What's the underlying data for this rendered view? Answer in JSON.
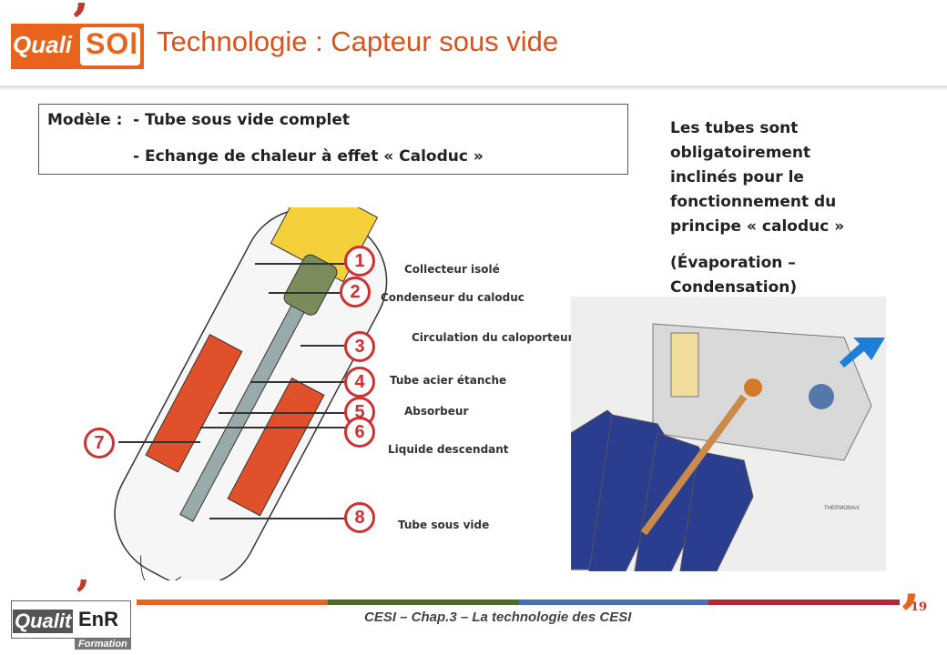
{
  "header": {
    "logo_quali": "Quali",
    "logo_sol": "SOl",
    "logo_apostrophe": "’",
    "title": "Technologie : Capteur sous vide"
  },
  "model_box": {
    "label": "Modèle :",
    "line1": "- Tube sous vide complet",
    "line2": "- Echange de chaleur à effet « Caloduc »"
  },
  "side_text": {
    "paragraph1": "Les tubes sont obligatoirement inclinés pour le fonctionnement du principe « caloduc »",
    "paragraph2": "(Évaporation – Condensation)"
  },
  "diagram": {
    "labels": [
      {
        "num": "1",
        "text": "Collecteur isolé"
      },
      {
        "num": "2",
        "text": "Condenseur du caloduc"
      },
      {
        "num": "3",
        "text": "Circulation du caloporteur"
      },
      {
        "num": "4",
        "text": "Tube acier étanche"
      },
      {
        "num": "5",
        "text": "Absorbeur"
      },
      {
        "num": "6",
        "text": "Liquide descendant"
      },
      {
        "num": "7",
        "text": ""
      },
      {
        "num": "8",
        "text": "Tube sous vide"
      }
    ]
  },
  "photo": {
    "watermark": "THERMOMAX"
  },
  "footer": {
    "text": "CESI – Chap.3 – La technologie des CESI",
    "page_number": "19",
    "logo_quali": "Qualit",
    "logo_enr": "EnR",
    "logo_apostrophe": "’",
    "logo_formation": "Formation",
    "line_colors": [
      "#e8641c",
      "#4a6b2a",
      "#4a6fb5",
      "#b22a3a"
    ]
  },
  "colors": {
    "accent": "#e8641c",
    "title": "#d9531e",
    "marker_red": "#d03030"
  }
}
